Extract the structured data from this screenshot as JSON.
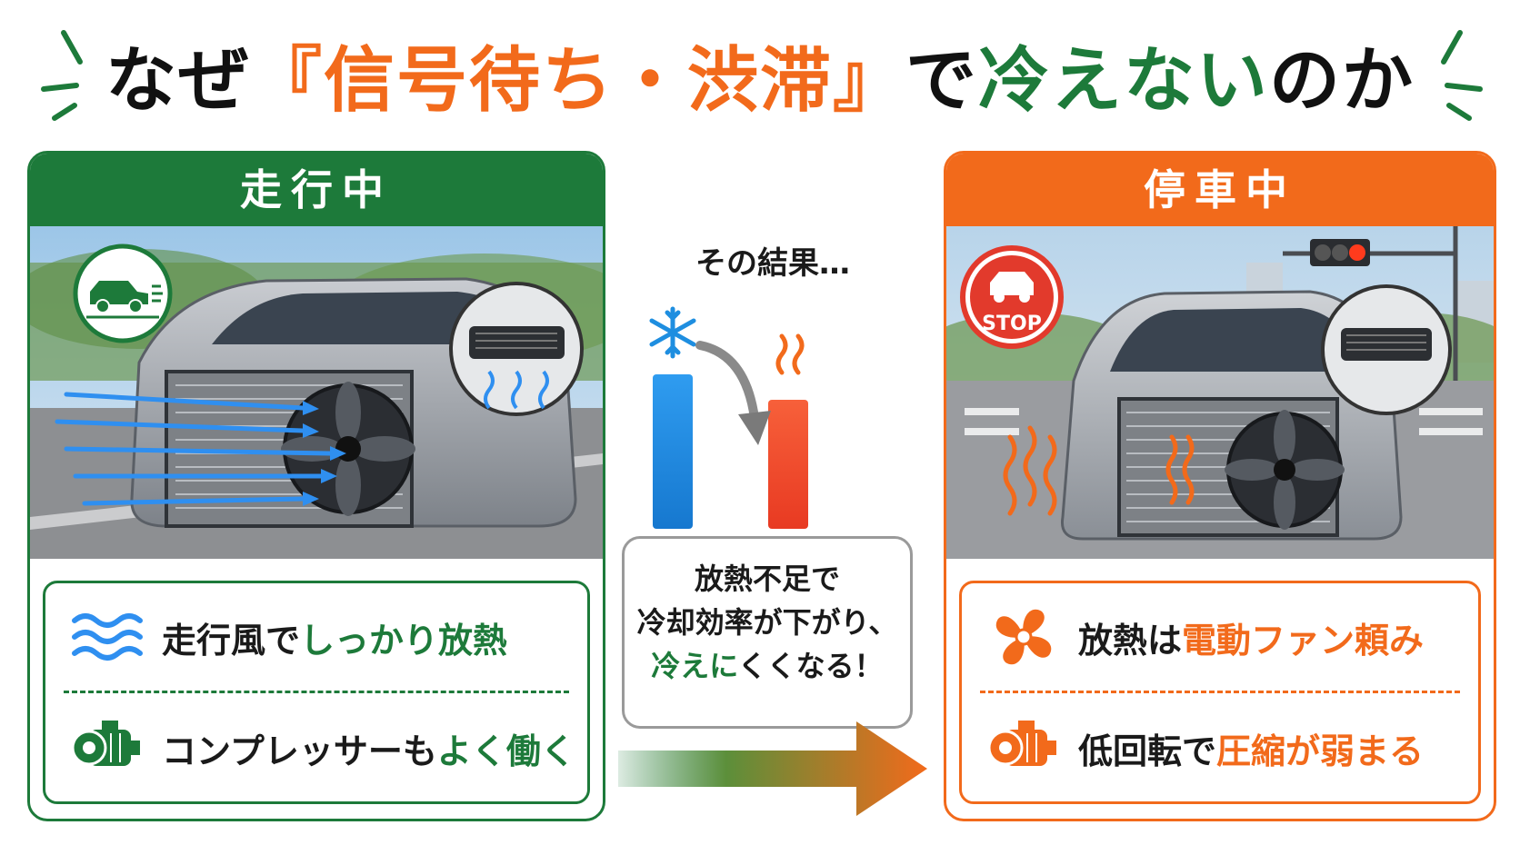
{
  "title": {
    "part1": "なぜ",
    "part2": "『信号待ち・渋滞』",
    "part3": "で",
    "part4": "冷えない",
    "part5": "のか"
  },
  "left_panel": {
    "header": "走行中",
    "row1": {
      "prefix": "走行風で",
      "highlight": "しっかり放熱"
    },
    "row2": {
      "prefix": "コンプレッサーも",
      "highlight": "よく働く"
    }
  },
  "center": {
    "result_label": "その結果…",
    "callout": {
      "line1": "放熱不足で",
      "line2": "冷却効率が下がり、",
      "line3_highlight": "冷えに",
      "line3_rest": "くくなる！"
    }
  },
  "right_panel": {
    "header": "停車中",
    "stop_sign": "STOP",
    "row1": {
      "prefix": "放熱は",
      "highlight": "電動ファン頼み"
    },
    "row2": {
      "prefix": "低回転で",
      "highlight": "圧縮が弱まる"
    }
  },
  "colors": {
    "green": "#1d7a3a",
    "orange": "#f26a1b",
    "blue": "#1e8ee0",
    "red": "#ef4b2c"
  },
  "icons": [
    "car-moving-icon",
    "stop-sign-icon",
    "wind-icon",
    "compressor-icon",
    "fan-icon",
    "snowflake-icon",
    "heat-icon"
  ]
}
